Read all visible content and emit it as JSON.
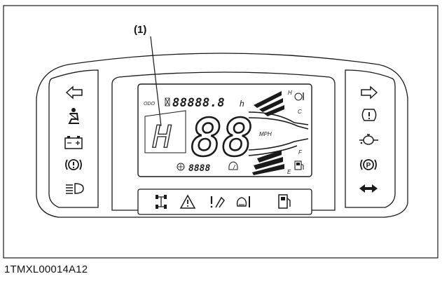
{
  "figure": {
    "caption": "1TMXL00014A12",
    "callout_label": "(1)"
  },
  "display": {
    "odo_label": "ODO",
    "hour_meter": "88888.8",
    "hour_unit": "h",
    "gear": "H",
    "speed": "88",
    "speed_unit": "MPH",
    "rpm": "8888",
    "temp_high": "H",
    "temp_cold": "C",
    "fuel_full": "F",
    "fuel_empty": "E"
  },
  "icons": {
    "left_panel": [
      "left-turn-arrow-icon",
      "seatbelt-icon",
      "battery-icon",
      "brake-warning-icon",
      "headlight-icon"
    ],
    "right_panel": [
      "right-turn-arrow-icon",
      "engine-warning-icon",
      "oil-pressure-icon",
      "parking-brake-icon",
      "hazard-arrows-icon"
    ],
    "bottom_row": [
      "4wd-icon",
      "master-warning-icon",
      "service-icon",
      "coolant-temp-icon",
      "fuel-pump-icon"
    ]
  },
  "colors": {
    "line": "#1a1a1a",
    "panel_fill": "#ffffff",
    "lcd_fill": "#ffffff"
  }
}
